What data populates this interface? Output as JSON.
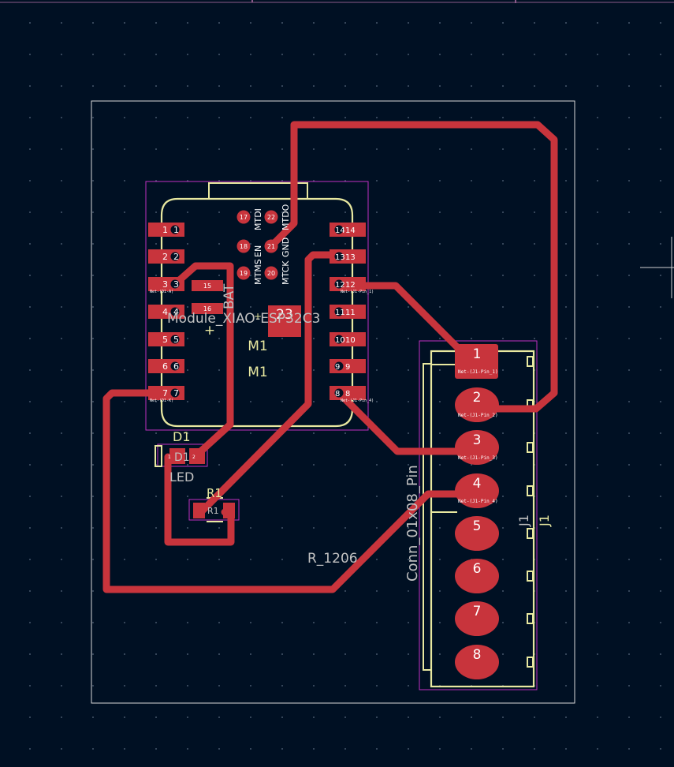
{
  "board": {
    "footprints": {
      "xiao": {
        "ref": "M1",
        "value": "M1",
        "partial_label": "Module_XIAO-ESP32C3",
        "top_label": "BAT",
        "center_pad": "23",
        "plus_mark": "+"
      },
      "led": {
        "ref": "D1",
        "value": "LED",
        "fab": "D1"
      },
      "resistor": {
        "ref": "R1",
        "fab": "R1",
        "value": "R_1206"
      },
      "connector": {
        "ref": "J1",
        "fab": "J1",
        "value": "Conn_01x08_Pin"
      }
    },
    "xiao_left_pads": [
      "1",
      "2",
      "3",
      "4",
      "5",
      "6",
      "7"
    ],
    "xiao_right_pads": [
      "14",
      "13",
      "12",
      "11",
      "10",
      "9",
      "8"
    ],
    "xiao_right_inner": [
      "14",
      "13",
      "12",
      "11",
      "10",
      "9",
      "8"
    ],
    "xiao_jtag_pads": [
      "17",
      "22",
      "18",
      "21",
      "19",
      "20"
    ],
    "xiao_jtag_labels": [
      "MTDI",
      "MTDO",
      "EN",
      "GND",
      "MTMS",
      "MTCK"
    ],
    "xiao_bat_pads": [
      "15",
      "16"
    ],
    "pad_nets": {
      "left_3": "Net-(D1-A)",
      "left_7": "Net-(D1-K)",
      "right_12": "Net-(J1-Pin_1)",
      "right_8": "Net-(J1-Pin_4)"
    },
    "connector_pins": [
      "1",
      "2",
      "3",
      "4",
      "5",
      "6",
      "7",
      "8"
    ],
    "connector_nets": [
      "Net-(J1-Pin_1)",
      "Net-(J1-Pin_2)",
      "Net-(J1-Pin_3)",
      "Net-(J1-Pin_4)",
      "",
      "",
      "",
      ""
    ],
    "colors": {
      "background": "#001023",
      "copper": "#c8343c",
      "silkscreen": "#e8e8a0",
      "courtyard": "#c030c0",
      "edge": "#d0d0d0",
      "fab_text": "#c2c2c2"
    }
  }
}
